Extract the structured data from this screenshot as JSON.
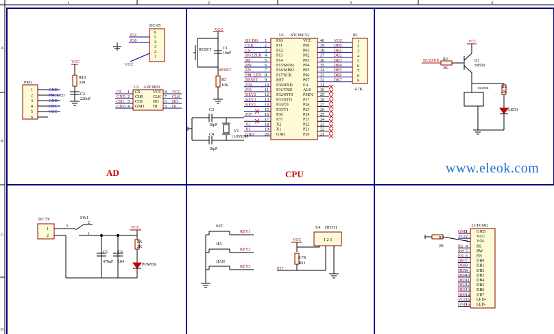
{
  "grid_columns": [
    "1",
    "2",
    "3",
    "4"
  ],
  "grid_rows": [
    "A",
    "B",
    "C",
    "D"
  ],
  "titles": {
    "ad": "AD",
    "cpu": "CPU"
  },
  "watermark": "www.eleok.com",
  "pm1": {
    "ref": "PM1",
    "pins": [
      "1",
      "2",
      "3",
      "4",
      "5",
      "6"
    ],
    "nets": [
      "GND",
      "PM_LED",
      "GND",
      "CH1",
      "VCC",
      "GND"
    ]
  },
  "r10": {
    "ref": "R10",
    "val": "330"
  },
  "c2": {
    "ref": "C2",
    "val": "220uF"
  },
  "hc05": {
    "ref": "HC-05",
    "pins": [
      "6",
      "5",
      "4",
      "3",
      "2",
      "1"
    ],
    "nets": [
      "P31",
      "P30"
    ]
  },
  "adc": {
    "ref": "U2",
    "name": "ADC0832",
    "left_pins": [
      "1",
      "2",
      "3",
      "4"
    ],
    "right_pins": [
      "8",
      "7",
      "6",
      "5"
    ],
    "left_in": [
      "CS",
      "CH0",
      "CH1",
      "GND"
    ],
    "right_in": [
      "VCC",
      "CLK",
      "DO",
      "DI"
    ],
    "left_nets": [
      "CS",
      "GND",
      "CH1",
      "GND"
    ],
    "right_nets": [
      "VCC",
      "CLK",
      "DO",
      "DI"
    ]
  },
  "vcc": "VCC",
  "reset": {
    "label": "RESET",
    "net": "RESET",
    "c1": "C1",
    "c1v": "10uF",
    "r3": "R3",
    "r3v": "10K"
  },
  "crystal": {
    "c3": "C3",
    "c3v": "18pF",
    "c4": "C4",
    "c4v": "18pF",
    "y": "Y1",
    "yv": "11.0592M"
  },
  "mcu": {
    "ref": "U1",
    "name": "STC89C52",
    "left_pins": [
      "1",
      "2",
      "3",
      "4",
      "5",
      "6",
      "7",
      "8",
      "9",
      "10",
      "11",
      "12",
      "13",
      "14",
      "15",
      "16",
      "17",
      "18",
      "19",
      "20"
    ],
    "left_in": [
      "P10",
      "P11",
      "P12",
      "P13",
      "P14",
      "P15/MOSI",
      "P16/MISO",
      "P17/SCK",
      "RST",
      "P30/RXD",
      "P31/TXD",
      "P32/INT0",
      "P33/INT1",
      "P34/T0",
      "P35/T1",
      "P36",
      "P37",
      "X2",
      "X1",
      "GND"
    ],
    "left_nets": [
      "DI_DO",
      "CLK",
      "CS",
      "BUZZER",
      "RS",
      "RW",
      "EN",
      "PM_LED",
      "RESET",
      "P30",
      "P31",
      "KEY2",
      "KEY3",
      "KEY1",
      "",
      "P37",
      "",
      "X2",
      "X1",
      "GND"
    ],
    "right_pins": [
      "40",
      "39",
      "38",
      "37",
      "36",
      "35",
      "34",
      "33",
      "32",
      "31",
      "30",
      "29",
      "28",
      "27",
      "26",
      "25",
      "24",
      "23",
      "22",
      "21"
    ],
    "right_in": [
      "VCC",
      "P00",
      "P01",
      "P02",
      "P03",
      "P04",
      "P05",
      "P06",
      "P07",
      "EA",
      "ALE",
      "PSEN",
      "P27",
      "P26",
      "P25",
      "P24",
      "P23",
      "P22",
      "P21",
      "P20"
    ],
    "right_nets": [
      "VCC",
      "DB0",
      "DB1",
      "DB2",
      "DB3",
      "DB4",
      "DB5",
      "DB6",
      "DB7"
    ]
  },
  "r1": {
    "ref": "R1",
    "val": "4.7K",
    "pins": [
      "1",
      "2",
      "3",
      "4",
      "5",
      "6",
      "7",
      "8",
      "9"
    ]
  },
  "buzzer": {
    "net": "BUZZER",
    "r2": "R2",
    "r2v": "2K",
    "q": "Q1",
    "qv": "S8550",
    "bz": "BUZZER",
    "r4": "R4",
    "r4v": "2K",
    "led": "LED1"
  },
  "power": {
    "dc": "DC 5V",
    "sw": "SW1",
    "pins": [
      "3",
      "2",
      "1"
    ],
    "c5": "C5",
    "c5v": "470uF",
    "c6": "C6",
    "c6v": "104",
    "r6": "R6",
    "r6v": "2K",
    "led": "POWER"
  },
  "keys": {
    "labels": [
      "SET",
      "JIA",
      "JIAN"
    ],
    "nets": [
      "KEY1",
      "KEY2",
      "KEY3"
    ]
  },
  "dht": {
    "ref": "U4",
    "name": "DHT11",
    "r": "R11",
    "rv": "4.7K",
    "net": "P37"
  },
  "lcd": {
    "ref": "LCD1602",
    "r": "R3",
    "rv": "2K",
    "pins": [
      "GND",
      "VCC",
      "VOL",
      "RS",
      "RW",
      "EN",
      "DB0",
      "DB1",
      "DB2",
      "DB3",
      "DB4",
      "DB5",
      "DB6",
      "DB7",
      "LED+",
      "LED-"
    ],
    "nets": [
      "GND",
      "VCC",
      "",
      "RS",
      "RW",
      "EN",
      "DB7",
      "DB6",
      "DB5",
      "DB4",
      "DB3",
      "DB2",
      "DB1",
      "DB0",
      "VCC",
      "GND"
    ],
    "nums": [
      "1",
      "2",
      "3",
      "4",
      "5",
      "6",
      "7",
      "8",
      "9",
      "10",
      "11",
      "12",
      "13",
      "14",
      "15",
      "16"
    ]
  }
}
